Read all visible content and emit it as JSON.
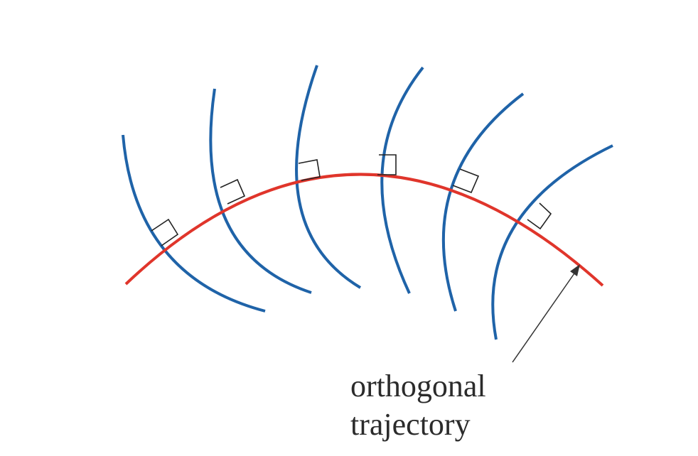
{
  "label": {
    "line1": "orthogonal",
    "line2": "trajectory"
  },
  "colors": {
    "family_curves": "#1f63a8",
    "trajectory": "#e0352b",
    "arrow": "#333333",
    "text": "#2b2b2b",
    "right_angle_marks": "#222222"
  },
  "diagram": {
    "family_curve_count": 6,
    "right_angle_marker_count": 6,
    "arrow": {
      "points_to": "trajectory"
    }
  }
}
